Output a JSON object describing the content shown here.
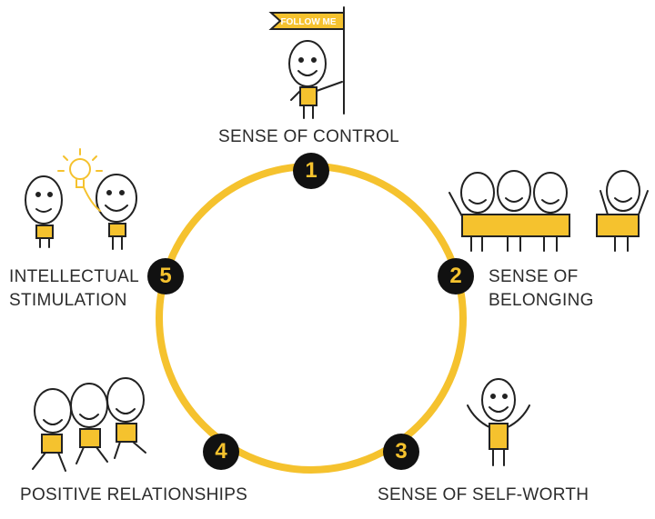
{
  "diagram": {
    "accent_color": "#f5c22e",
    "badge_color": "#111111",
    "ink_color": "#2b2b2b",
    "steps": [
      {
        "number": "1",
        "label_lines": [
          "SENSE OF CONTROL"
        ],
        "illustration": "figure-with-flag-icon"
      },
      {
        "number": "2",
        "label_lines": [
          "SENSE OF",
          "BELONGING"
        ],
        "illustration": "puzzle-group-icon"
      },
      {
        "number": "3",
        "label_lines": [
          "SENSE OF SELF-WORTH"
        ],
        "illustration": "cheering-figure-icon"
      },
      {
        "number": "4",
        "label_lines": [
          "POSITIVE RELATIONSHIPS"
        ],
        "illustration": "running-friends-icon"
      },
      {
        "number": "5",
        "label_lines": [
          "INTELLECTUAL",
          "STIMULATION"
        ],
        "illustration": "lightbulb-idea-icon"
      }
    ],
    "flag_text": "FOLLOW ME"
  }
}
